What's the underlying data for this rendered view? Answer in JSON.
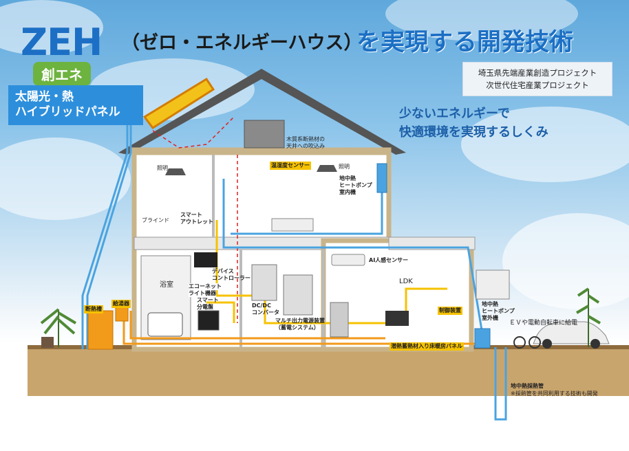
{
  "header": {
    "title_main": "ZEH",
    "title_paren": "（ゼロ・エネルギーハウス）",
    "title_tail": "を実現する開発技術"
  },
  "badge_label": "創エネ",
  "panel_box": {
    "line1": "太陽光・熱",
    "line2": "ハイブリッドパネル"
  },
  "project": {
    "line1": "埼玉県先端産業創造プロジェクト",
    "line2": "次世代住宅産業プロジェクト"
  },
  "tagline": {
    "line1": "少ないエネルギーで",
    "line2": "快適環境を実現するしくみ"
  },
  "labels": {
    "insulation_photo_caption_1": "木質系断熱材の",
    "insulation_photo_caption_2": "天井への吹込み",
    "light_1": "照明",
    "light_2": "照明",
    "temp_sensor": "温湿度センサー",
    "blind": "ブラインド",
    "smart_outlet_1": "スマート",
    "smart_outlet_2": "アウトレット",
    "heatpump_indoor_1": "地中熱",
    "heatpump_indoor_2": "ヒートポンプ",
    "heatpump_indoor_3": "室内機",
    "device_controller_1": "デバイス",
    "device_controller_2": "コントローラー",
    "ai_sensor": "AI人感センサー",
    "ldk": "LDK",
    "bathroom": "浴室",
    "echonet_1": "エコーネット",
    "echonet_2": "ライト機器",
    "smart_breaker_1": "スマート",
    "smart_breaker_2": "分電盤",
    "dcdc_1": "DC/DC",
    "dcdc_2": "コンバータ",
    "multi_power_1": "マルチ出力電源装置",
    "multi_power_2": "（蓄電システム）",
    "control_device": "制御装置",
    "heatpump_outdoor_1": "地中熱",
    "heatpump_outdoor_2": "ヒートポンプ",
    "heatpump_outdoor_3": "室外機",
    "ev_supply": "ＥＶや電動自転車に給電",
    "insulation_tank": "断熱槽",
    "hot_water_tank": "給湯器",
    "floor_heating": "潜熱蓄熱材入り床暖房パネル",
    "ground_pipe_1": "地中熱採熱管",
    "ground_pipe_2": "※採熱管を共同利用する技術も開発"
  },
  "colors": {
    "accent_blue": "#1c6fc4",
    "green": "#6db33f",
    "yellow_line": "#f6c200",
    "pipe_blue": "#4aa3e0",
    "orange": "#f29a1a"
  }
}
